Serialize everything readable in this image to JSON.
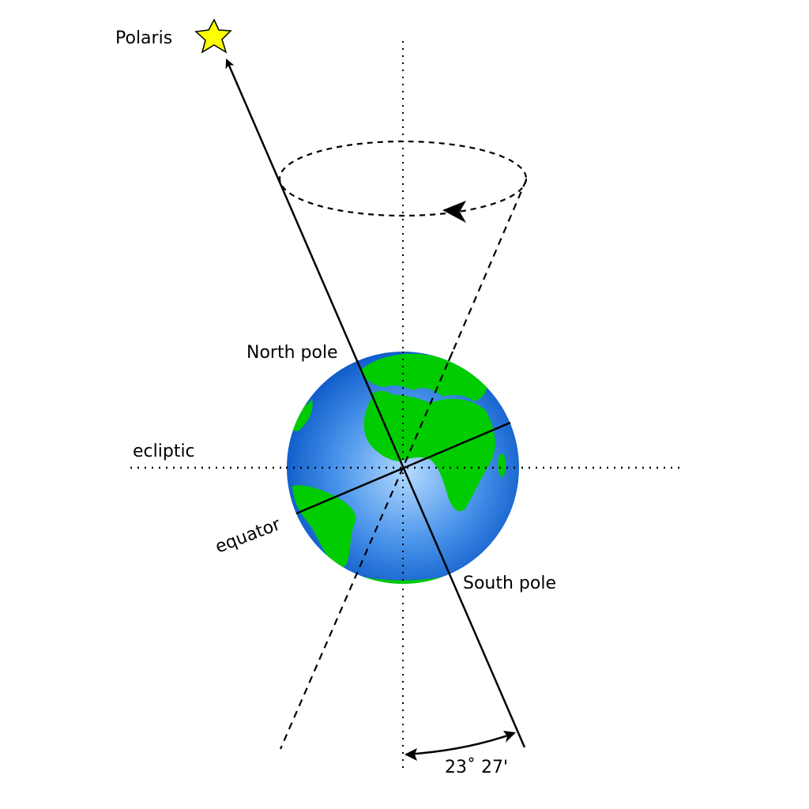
{
  "labels": {
    "star": "Polaris",
    "north": "North pole",
    "south": "South pole",
    "ecliptic": "ecliptic",
    "equator": "equator",
    "angle": "23˚ 27'"
  },
  "colors": {
    "ocean_light": "#a9d4ff",
    "ocean_mid": "#3c8ae6",
    "ocean_dark": "#0a58c8",
    "land": "#00cc00",
    "star_fill": "#ffff00",
    "line": "#000000",
    "background": "#ffffff"
  },
  "icons": {
    "star": "star-icon",
    "earth": "globe-icon"
  }
}
